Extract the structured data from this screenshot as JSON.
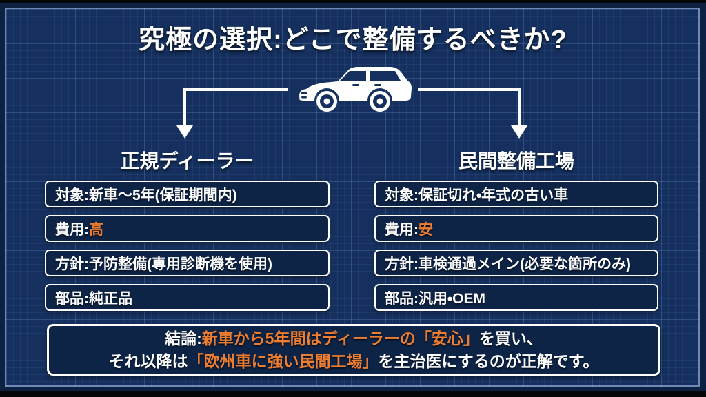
{
  "title": "究極の選択:どこで整備するべきか?",
  "colors": {
    "background": "#15305e",
    "panel": "#0d2447",
    "accent": "#ed7d31",
    "text": "#ffffff"
  },
  "icons": {
    "car": "car-icon",
    "left_arrow": "branch-arrow-left-icon",
    "right_arrow": "branch-arrow-right-icon"
  },
  "columns": [
    {
      "header": "正規ディーラー",
      "rows": [
        {
          "label": "対象:",
          "value": "新車〜5年(保証期間内)",
          "highlight": false
        },
        {
          "label": "費用:",
          "value": "高",
          "highlight": true
        },
        {
          "label": "方針:",
          "value": "予防整備(専用診断機を使用)",
          "highlight": false
        },
        {
          "label": "部品:",
          "value": "純正品",
          "highlight": false
        }
      ]
    },
    {
      "header": "民間整備工場",
      "rows": [
        {
          "label": "対象:",
          "value": "保証切れ・年式の古い車",
          "highlight": false
        },
        {
          "label": "費用:",
          "value": "安",
          "highlight": true
        },
        {
          "label": "方針:",
          "value": "車検通過メイン(必要な箇所のみ)",
          "highlight": false
        },
        {
          "label": "部品:",
          "value": "汎用・OEM",
          "highlight": false
        }
      ]
    }
  ],
  "conclusion": {
    "line1": [
      {
        "text": "結論:",
        "highlight": false
      },
      {
        "text": "新車から5年間はディーラーの「安心」",
        "highlight": true
      },
      {
        "text": "を買い、",
        "highlight": false
      }
    ],
    "line2": [
      {
        "text": "それ以降は",
        "highlight": false
      },
      {
        "text": "「欧州車に強い民間工場」",
        "highlight": true
      },
      {
        "text": "を主治医にするのが正解です。",
        "highlight": false
      }
    ]
  }
}
